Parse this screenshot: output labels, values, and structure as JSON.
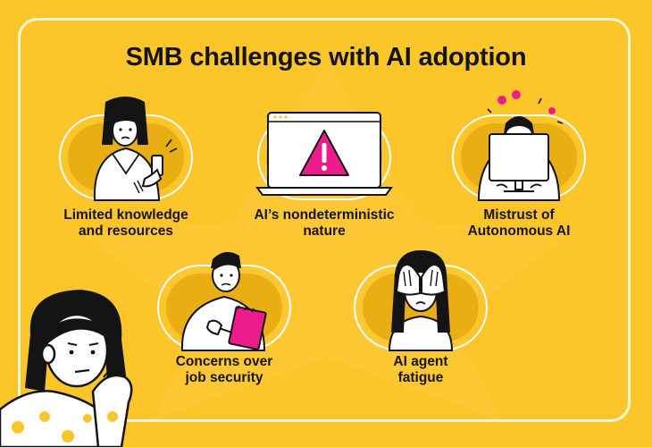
{
  "title": "SMB challenges with AI adoption",
  "colors": {
    "background": "#FCC52A",
    "frame": "#FFF6D9",
    "pill_inner": "#E9AE14",
    "accent_pink": "#EC1C8C",
    "ink": "#141414"
  },
  "challenges": [
    {
      "label_line1": "Limited knowledge",
      "label_line2": "and resources",
      "icon": "woman-phone-icon"
    },
    {
      "label_line1": "AI’s nondeterministic",
      "label_line2": "nature",
      "icon": "laptop-warning-icon"
    },
    {
      "label_line1": "Mistrust of",
      "label_line2": "Autonomous AI",
      "icon": "person-monitor-icon"
    },
    {
      "label_line1": "Concerns over",
      "label_line2": "job security",
      "icon": "worried-person-notepad-icon"
    },
    {
      "label_line1": "AI agent",
      "label_line2": "fatigue",
      "icon": "covering-eyes-icon"
    }
  ]
}
